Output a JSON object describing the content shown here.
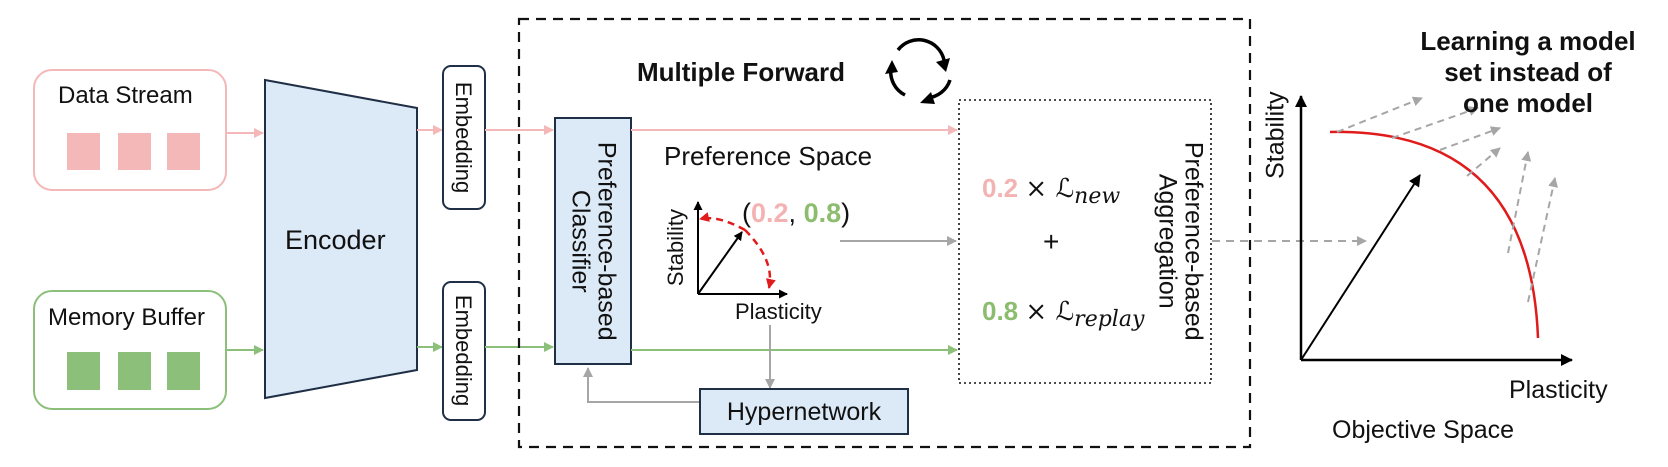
{
  "inputs": {
    "data_stream": "Data Stream",
    "memory_buffer": "Memory Buffer"
  },
  "encoder": "Encoder",
  "embedding_top": "Embedding",
  "embedding_bottom": "Embedding",
  "multiple_forward": "Multiple Forward",
  "classifier": {
    "line1": "Preference-based",
    "line2": "Classifier"
  },
  "preference_space": {
    "title": "Preference Space",
    "y_axis": "Stability",
    "x_axis": "Plasticity",
    "tuple_open": "(",
    "value_new": "0.2",
    "comma": ", ",
    "value_replay": "0.8",
    "tuple_close": ")"
  },
  "hypernetwork": "Hypernetwork",
  "aggregation": {
    "line1": "Preference-based",
    "line2": "Aggregation",
    "coef_new": "0.2",
    "loss_new": "× ℒ",
    "loss_new_sub": "new",
    "plus": "+",
    "coef_replay": "0.8",
    "loss_replay": "× ℒ",
    "loss_replay_sub": "replay"
  },
  "objective_space": {
    "caption_line1": "Learning a model",
    "caption_line2": "set instead of",
    "caption_line3": "one model",
    "y_axis": "Stability",
    "x_axis": "Plasticity",
    "title": "Objective Space"
  },
  "colors": {
    "data_stream": "#f4b8b8",
    "memory_buffer": "#8cc07a",
    "box_fill": "#dce9f6",
    "box_stroke": "#1f2f46",
    "coef_new": "#f4b3b3",
    "coef_replay": "#8cbd6e",
    "pareto_curve": "#e01b1b",
    "dashed_red": "#e01b1b",
    "gray_arrow": "#a6a6a6"
  }
}
